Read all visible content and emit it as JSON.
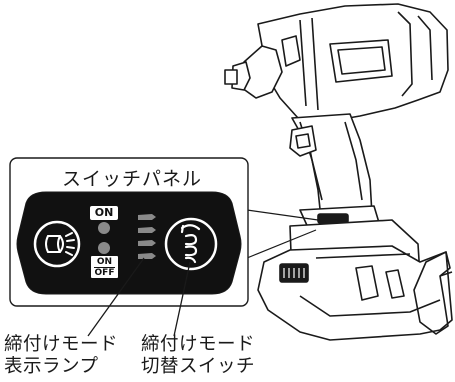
{
  "panel": {
    "title": "スイッチパネル",
    "on_label": "ON",
    "onoff_top": "ON",
    "onoff_bottom": "OFF"
  },
  "labels": {
    "mode_display_line1": "締付けモード",
    "mode_display_line2": "表示ランプ",
    "mode_switch_line1": "締付けモード",
    "mode_switch_line2": "切替スイッチ"
  },
  "icons": [
    "light-icon",
    "tightening-mode-icon"
  ],
  "colors": {
    "ink": "#1a1a1a",
    "panel": "#111111",
    "led": "#8a8a8a"
  }
}
